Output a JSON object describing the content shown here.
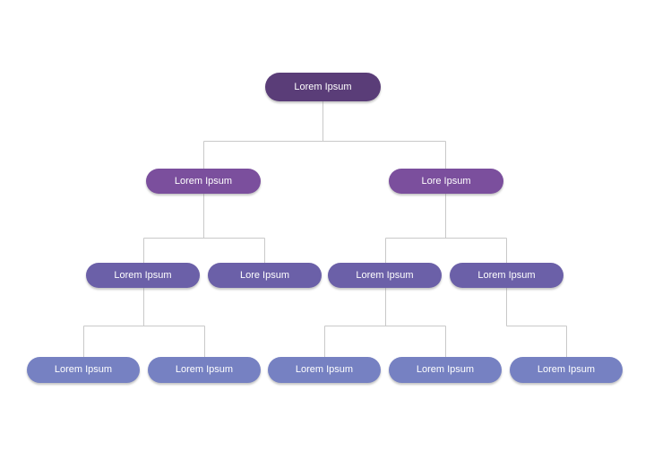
{
  "canvas": {
    "background": "#ffffff"
  },
  "colors": {
    "canvas": "#ffffff",
    "level1": "#5a3d78",
    "level2": "#7b4f9d",
    "level3": "#6b60a8",
    "level4": "#7681c2",
    "connector": "#c9c9c9",
    "text": "#ffffff"
  },
  "chart": {
    "type": "org-chart-tree",
    "levels": 4,
    "nodes": [
      {
        "id": "root",
        "level": 1,
        "label": "Lorem Ipsum",
        "parent": null
      },
      {
        "id": "l2a",
        "level": 2,
        "label": "Lorem Ipsum",
        "parent": "root"
      },
      {
        "id": "l2b",
        "level": 2,
        "label": "Lore Ipsum",
        "parent": "root"
      },
      {
        "id": "l3a",
        "level": 3,
        "label": "Lorem Ipsum",
        "parent": "l2a"
      },
      {
        "id": "l3b",
        "level": 3,
        "label": "Lore Ipsum",
        "parent": "l2a"
      },
      {
        "id": "l3c",
        "level": 3,
        "label": "Lorem Ipsum",
        "parent": "l2b"
      },
      {
        "id": "l3d",
        "level": 3,
        "label": "Lorem Ipsum",
        "parent": "l2b"
      },
      {
        "id": "l4a",
        "level": 4,
        "label": "Lorem Ipsum",
        "parent": "l3a"
      },
      {
        "id": "l4b",
        "level": 4,
        "label": "Lorem Ipsum",
        "parent": "l3a"
      },
      {
        "id": "l4c",
        "level": 4,
        "label": "Lorem Ipsum",
        "parent": "l3c"
      },
      {
        "id": "l4d",
        "level": 4,
        "label": "Lorem Ipsum",
        "parent": "l3c"
      },
      {
        "id": "l4e",
        "level": 4,
        "label": "Lorem Ipsum",
        "parent": "l3d"
      }
    ]
  }
}
